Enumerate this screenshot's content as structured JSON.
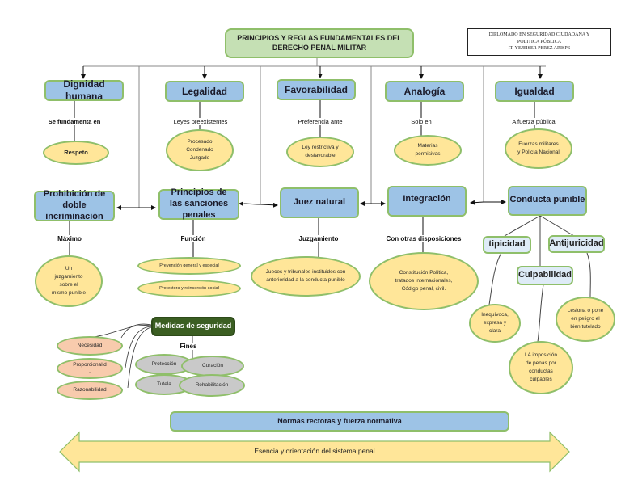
{
  "title": "PRINCIPIOS Y REGLAS FUNDAMENTALES DEL DERECHO PENAL MILITAR",
  "credit": {
    "line1": "DIPLOMADO EN SEGURIDAD CIUDADANA Y",
    "line2": "POLITICA PÚBLICA",
    "line3": "IT. YEJEISER PEREZ ARISPE"
  },
  "top_row": [
    {
      "label": "Dignidad humana",
      "connector": "Se fundamenta en",
      "detail": "Respeto"
    },
    {
      "label": "Legalidad",
      "connector": "Leyes preexistentes",
      "detail": "Procesado\nCondenado\nJuzgado"
    },
    {
      "label": "Favorabilidad",
      "connector": "Preferencia ante",
      "detail": "Ley restrictiva y desfavorable"
    },
    {
      "label": "Analogía",
      "connector": "Solo en",
      "detail": "Materias permisivas"
    },
    {
      "label": "Igualdad",
      "connector": "A fuerza pública",
      "detail": "Fuerzas militares y Policía Nacional"
    }
  ],
  "middle_row": [
    {
      "label": "Prohibición de doble incriminación",
      "connector": "Máximo",
      "detail": "Un juzgamiento sobre el mismo punible"
    },
    {
      "label": "Principios de las sanciones penales",
      "connector": "Función",
      "details": [
        "Prevención general y especial",
        "Protectora y reinserción social"
      ]
    },
    {
      "label": "Juez natural",
      "connector": "Juzgamiento",
      "detail": "Jueces y tribunales instituidos con anterioridad a la conducta punible"
    },
    {
      "label": "Integración",
      "connector": "Con otras disposiciones",
      "detail": "Constitución Política, tratados internacionales, Código penal, civil."
    },
    {
      "label": "Conducta punible"
    }
  ],
  "conducta_punible": {
    "elements": [
      {
        "label": "tipicidad",
        "detail": "Inequívoca, expresa y clara"
      },
      {
        "label": "Culpabilidad",
        "detail": "LA imposición de penas por conductas culpables"
      },
      {
        "label": "Antijuricidad",
        "detail": "Lesiona o pone en peligro el bien tutelado"
      }
    ]
  },
  "medidas": {
    "label": "Medidas de seguridad",
    "criteria": [
      "Necesidad",
      "Proporcionalid\n.",
      "Razonabilidad"
    ],
    "connector": "Fines",
    "fines": [
      "Protección",
      "Curación",
      "Tutela",
      "Rehabilitación"
    ]
  },
  "footer": {
    "normas": "Normas rectoras y fuerza normativa",
    "arrow": "Esencia y orientación del sistema penal"
  },
  "colors": {
    "box_blue": "#9dc3e6",
    "box_border": "#8fbf6a",
    "title_green": "#c5e0b4",
    "ellipse_yellow": "#ffe699",
    "ellipse_peach": "#f8cbad",
    "ellipse_gray": "#c9c9c9",
    "dark_green": "#3b5e22",
    "light_blue": "#deebf7"
  }
}
